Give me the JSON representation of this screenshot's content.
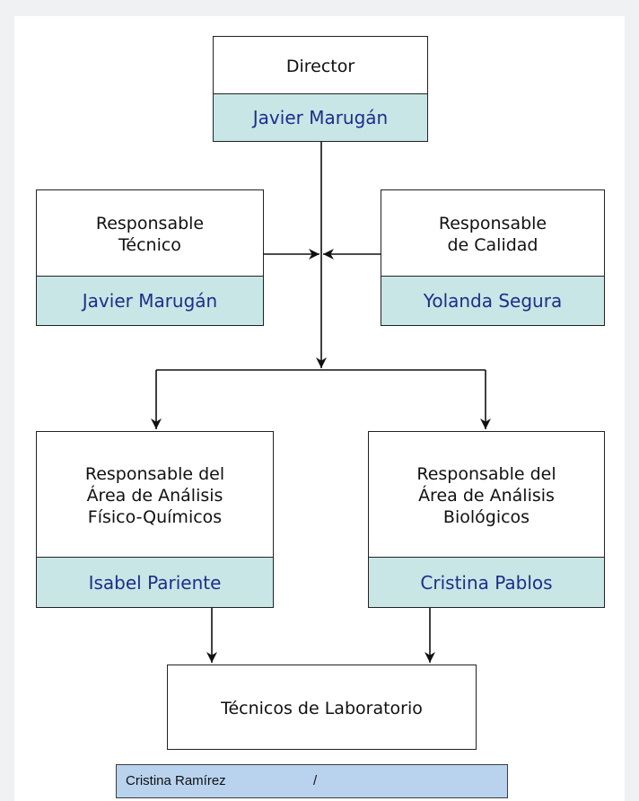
{
  "director": {
    "role": "Director",
    "name": "Javier Marugán"
  },
  "technical": {
    "role": "Responsable\nTécnico",
    "name": "Javier Marugán"
  },
  "quality": {
    "role": "Responsable\nde Calidad",
    "name": "Yolanda Segura"
  },
  "physchem": {
    "role": "Responsable del\nÁrea de Análisis\nFísico-Químicos",
    "name": "Isabel Pariente"
  },
  "biological": {
    "role": "Responsable del\nÁrea de Análisis\nBiológicos",
    "name": "Cristina Pablos"
  },
  "technicians": {
    "role": "Técnicos de Laboratorio"
  },
  "staff_bar": {
    "name": "Cristina Ramírez",
    "separator": "/"
  },
  "colors": {
    "name_fill": "#c8e6e5",
    "name_text": "#1e2d8c",
    "staff_bar_fill": "#b9d3ee",
    "border": "#222222"
  }
}
